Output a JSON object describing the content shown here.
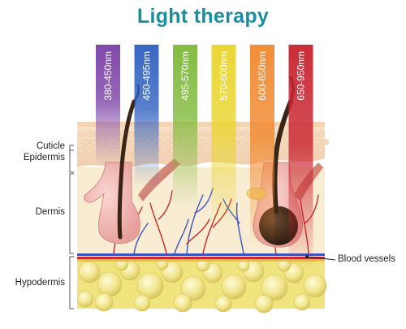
{
  "title": "Light therapy",
  "wavelength_bands": [
    {
      "label": "380-450nm",
      "color": "#7a3fa6"
    },
    {
      "label": "450-495nm",
      "color": "#2f5fc0"
    },
    {
      "label": "495-570nm",
      "color": "#7fb83a"
    },
    {
      "label": "570-600nm",
      "color": "#e8d52a"
    },
    {
      "label": "600-650nm",
      "color": "#f0882e"
    },
    {
      "label": "650-950nm",
      "color": "#c8232e"
    }
  ],
  "layers": {
    "cuticle": "Cuticle",
    "epidermis": "Epidermis",
    "dermis": "Dermis",
    "hypodermis": "Hypodermis"
  },
  "callout": {
    "blood_vessels": "Blood vessels"
  },
  "colors": {
    "title": "#1b8e9e",
    "epidermis": "#f5dcc0",
    "dermis": "#f8ecd2",
    "hypodermis": "#efe47e",
    "vessel_red": "#c72a2a",
    "vessel_blue": "#3b55c4"
  }
}
